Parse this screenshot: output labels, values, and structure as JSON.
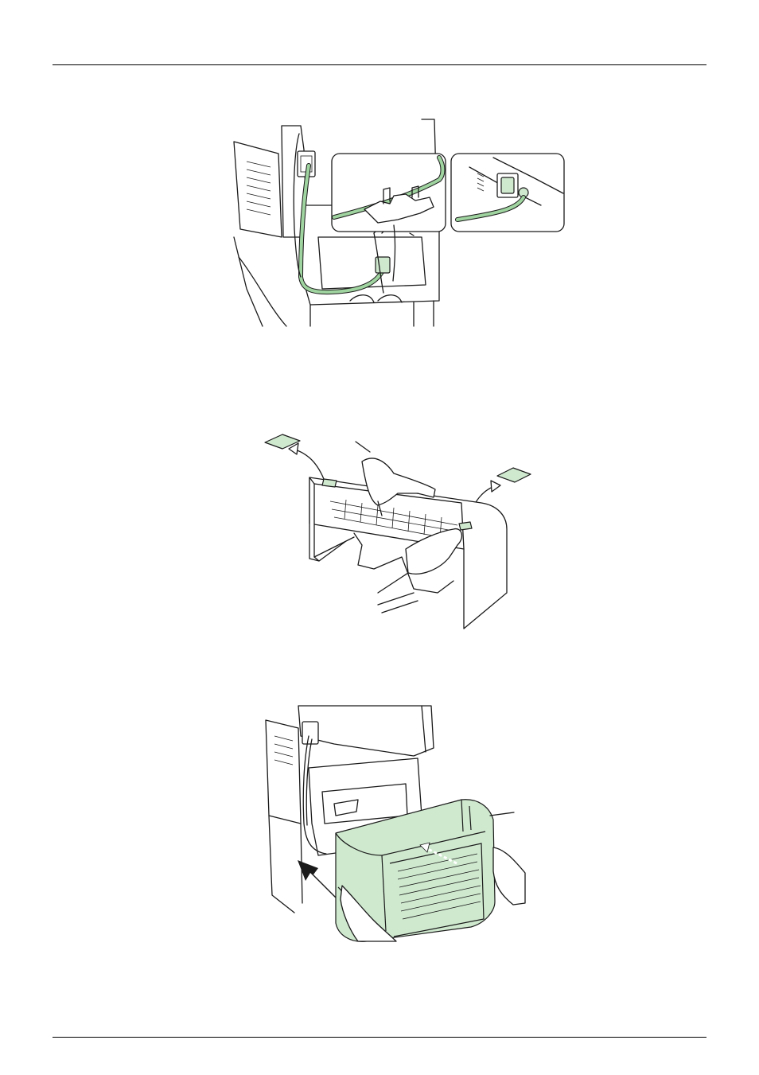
{
  "page": {
    "background": "#ffffff",
    "accent_green": "#cfe9cf",
    "line_color": "#1a1a1a"
  },
  "figures": [
    {
      "id": "fig-cable-routing",
      "icon": "printer-rear-cable-illustration"
    },
    {
      "id": "fig-remove-tape",
      "icon": "duplexer-tape-removal-illustration"
    },
    {
      "id": "fig-attach-duplexer",
      "icon": "duplexer-installation-illustration"
    }
  ]
}
